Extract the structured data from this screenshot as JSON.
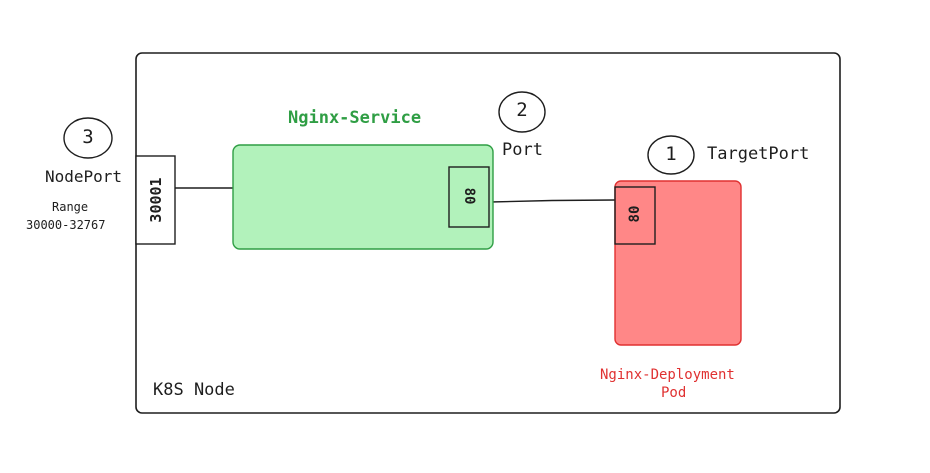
{
  "node": {
    "label": "K8S Node"
  },
  "service": {
    "title": "Nginx-Service",
    "port_label": "Port",
    "port_number_marker": "2",
    "port_value": "80",
    "fill_color": "#b2f2bb",
    "stroke_color": "#2f9e44",
    "title_color": "#2f9e44"
  },
  "nodeport": {
    "label": "NodePort",
    "number_marker": "3",
    "value": "30001",
    "range_label": "Range",
    "range_value": "30000-32767"
  },
  "pod": {
    "title_line1": "Nginx-Deployment",
    "title_line2": "Pod",
    "target_port_label": "TargetPort",
    "target_number_marker": "1",
    "port_value": "80",
    "fill_color": "#ff8787",
    "stroke_color": "#e03131",
    "title_color": "#e03131"
  }
}
